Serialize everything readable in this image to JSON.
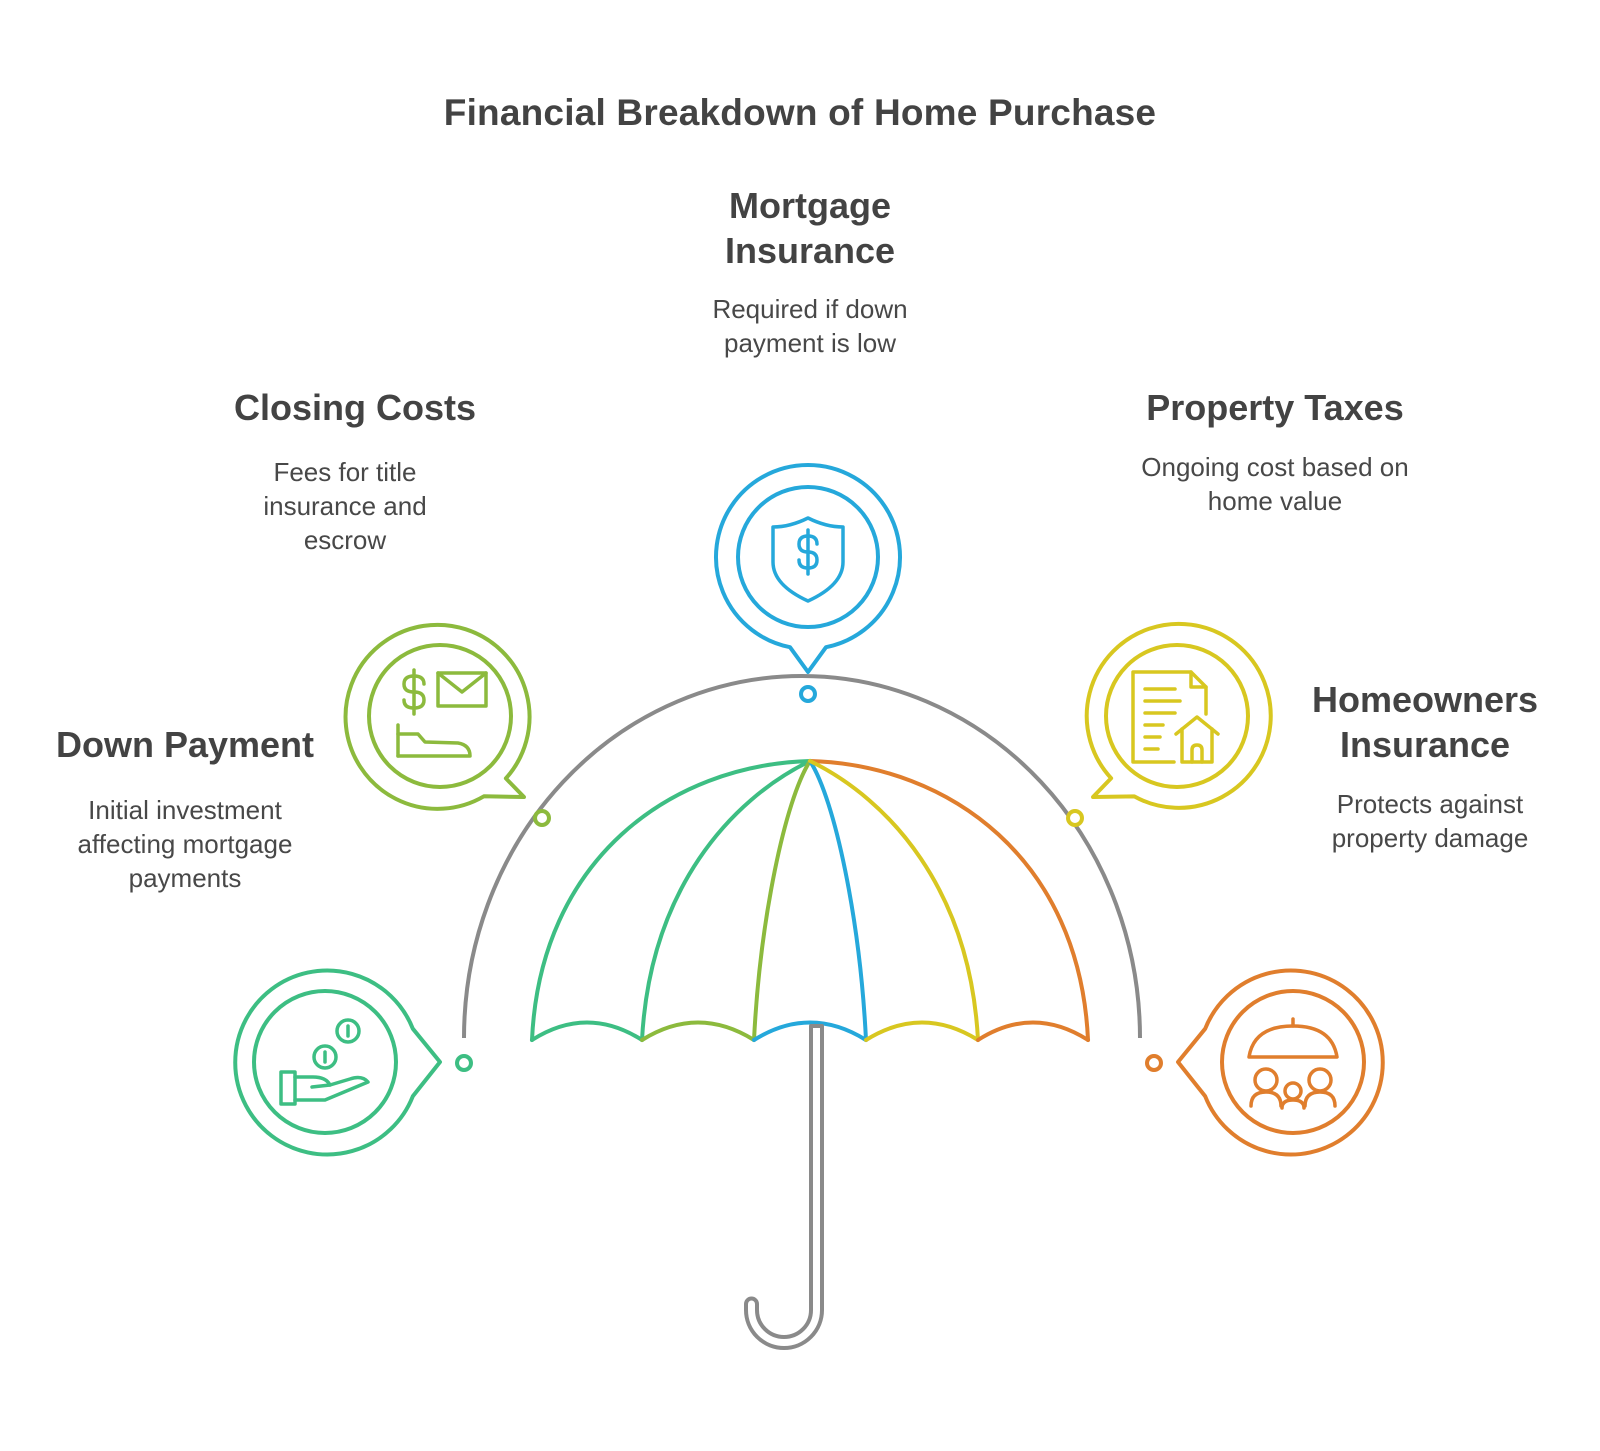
{
  "title": "Financial Breakdown of Home Purchase",
  "items": [
    {
      "title": "Down Payment",
      "description": "Initial investment affecting mortgage payments",
      "color": "#3DBE83",
      "icon": "hand-coins-icon"
    },
    {
      "title": "Closing Costs",
      "description": "Fees for title insurance and escrow",
      "color": "#8CBA3D",
      "icon": "dollar-envelope-hand-icon"
    },
    {
      "title": "Mortgage Insurance",
      "description": "Required if down payment is low",
      "color": "#25A8DB",
      "icon": "shield-dollar-icon"
    },
    {
      "title": "Property Taxes",
      "description": "Ongoing cost based on home value",
      "color": "#D8C720",
      "icon": "document-house-icon"
    },
    {
      "title": "Homeowners Insurance",
      "description": "Protects against property damage",
      "color": "#E07E2D",
      "icon": "umbrella-family-icon"
    }
  ],
  "colors": {
    "handle": "#8a8a8a",
    "text": "#434343"
  }
}
